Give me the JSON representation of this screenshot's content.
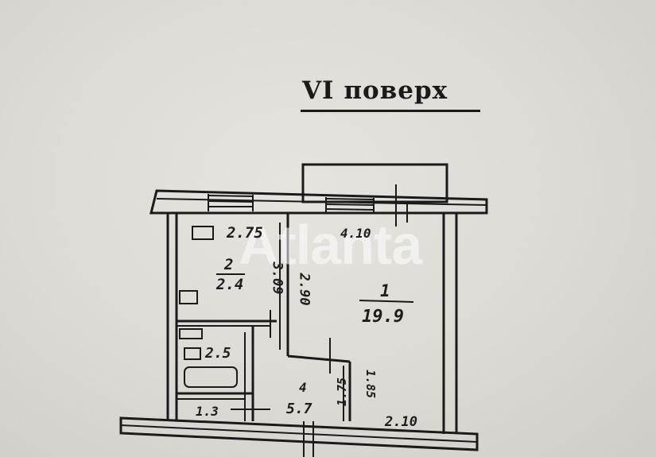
{
  "floor_title": "VI поверх",
  "watermark": "Atlanta",
  "rooms": {
    "room1": {
      "number": "1",
      "area": "19.9"
    },
    "room2": {
      "number": "2",
      "area": "2.4"
    },
    "bath": {
      "area": "2.5"
    },
    "toilet": {
      "area": "1.3"
    },
    "hall": {
      "number": "4",
      "area": "5.7"
    }
  },
  "dimensions": {
    "top_left": "2.75",
    "top_right": "4.10",
    "room2_height": "3.09",
    "room1_left_height": "2.90",
    "hall_height": "1.75",
    "room1_right_height": "1.85",
    "bottom_right": "2.10"
  },
  "colors": {
    "line": "#1a1a1a",
    "paper": "#dcdad5"
  }
}
